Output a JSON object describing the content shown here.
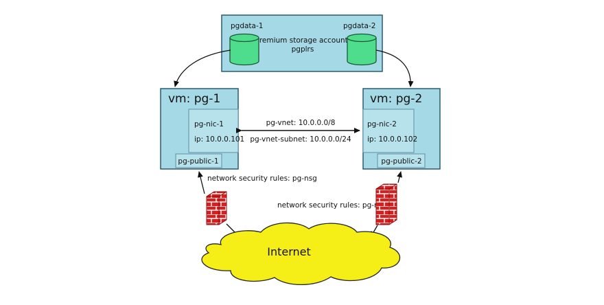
{
  "storage": {
    "title_line1": "Premium storage account:",
    "title_line2": "pgplrs",
    "disk1_label": "pgdata-1",
    "disk2_label": "pgdata-2"
  },
  "vm1": {
    "title": "vm: pg-1",
    "nic_label": "pg-nic-1",
    "ip_label": "ip: 10.0.0.101",
    "public_label": "pg-public-1"
  },
  "vm2": {
    "title": "vm: pg-2",
    "nic_label": "pg-nic-2",
    "ip_label": "ip: 10.0.0.102",
    "public_label": "pg-public-2"
  },
  "network": {
    "vnet_label": "pg-vnet: 10.0.0.0/8",
    "subnet_label": "pg-vnet-subnet: 10.0.0.0/24"
  },
  "nsg": {
    "left_label": "network security rules: pg-nsg",
    "right_label": "network security rules: pg-nsg"
  },
  "internet": {
    "label": "Internet"
  },
  "colors": {
    "box_fill": "#a6d9e6",
    "box_stroke": "#2c5a70",
    "disk_fill": "#4ddd8c",
    "cloud_fill": "#f5ef17",
    "brick_fill": "#d81e1e"
  }
}
